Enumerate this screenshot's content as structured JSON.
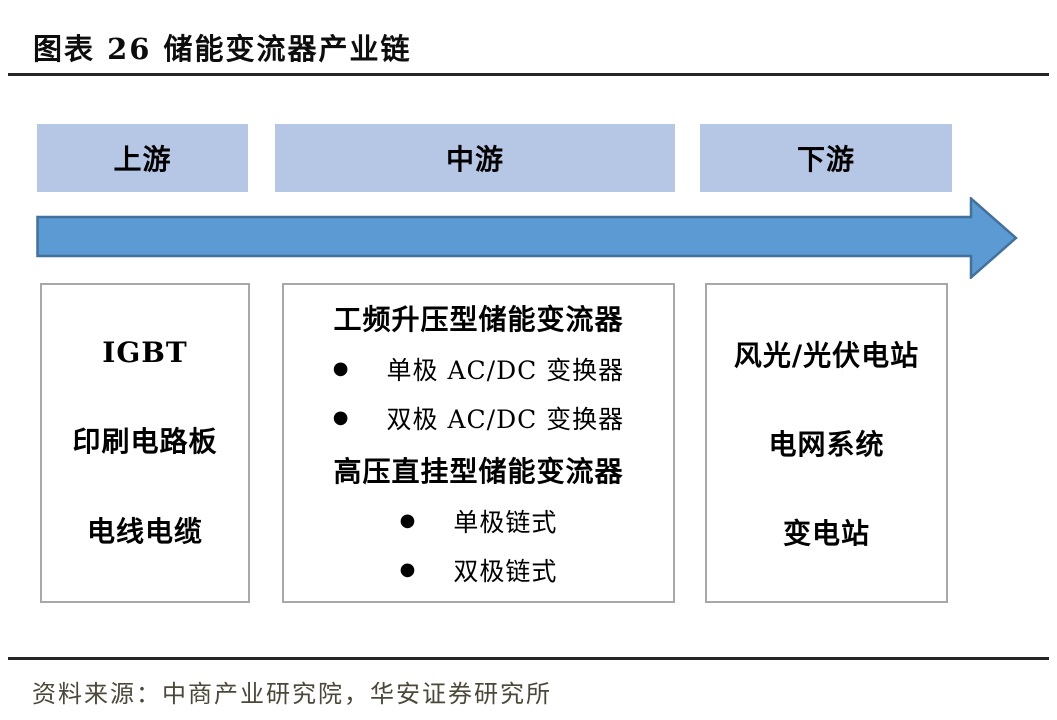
{
  "title": "图表 26 储能变流器产业链",
  "stages": [
    {
      "label": "上游"
    },
    {
      "label": "中游"
    },
    {
      "label": "下游"
    }
  ],
  "columns": {
    "upstream": {
      "items": [
        "IGBT",
        "印刷电路板",
        "电线电缆"
      ]
    },
    "midstream": {
      "groups": [
        {
          "heading": "工频升压型储能变流器",
          "bullets": [
            "单极 AC/DC 变换器",
            "双极 AC/DC 变换器"
          ]
        },
        {
          "heading": "高压直挂型储能变流器",
          "bullets": [
            "单极链式",
            "双极链式"
          ]
        }
      ]
    },
    "downstream": {
      "items": [
        "风光/光伏电站",
        "电网系统",
        "变电站"
      ]
    }
  },
  "bullet_glyph": "●",
  "source": "资料来源：中商产业研究院，华安证券研究所",
  "colors": {
    "stage_fill": "#b5c7e4",
    "arrow_fill": "#5b9ad2",
    "arrow_stroke": "#41719c",
    "box_border": "#a8a8a8",
    "rule": "#262626",
    "source_text": "#4c4839"
  }
}
